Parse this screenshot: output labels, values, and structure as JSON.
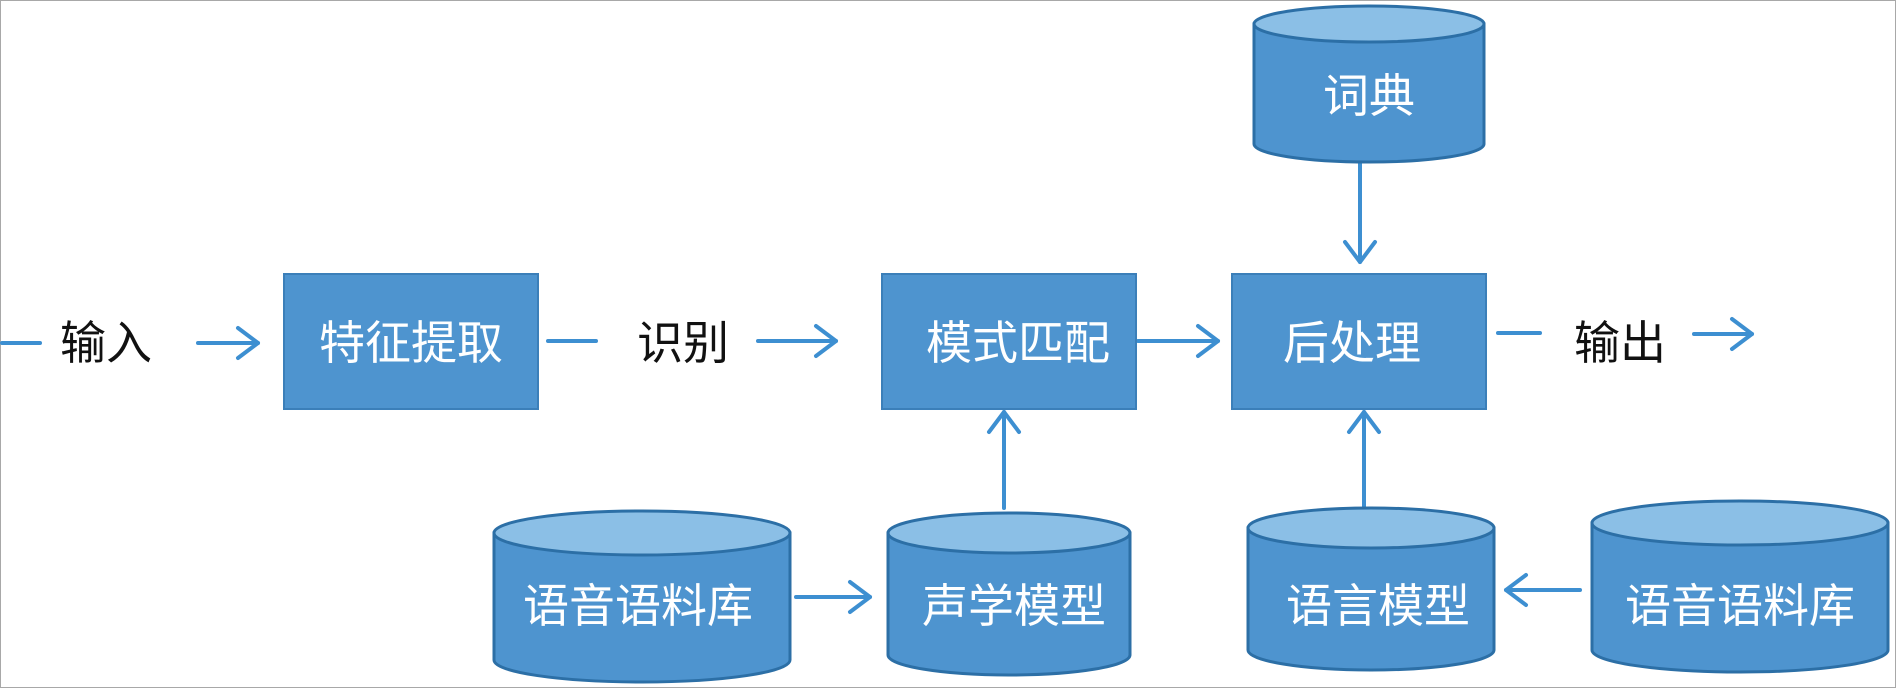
{
  "diagram": {
    "input_label": "输入",
    "output_label": "输出",
    "recognition_label": "识别",
    "boxes": {
      "feature_extraction": "特征提取",
      "pattern_matching": "模式匹配",
      "post_processing": "后处理"
    },
    "databases": {
      "dictionary": "词典",
      "speech_corpus_left": "语音语料库",
      "acoustic_model": "声学模型",
      "language_model": "语言模型",
      "speech_corpus_right": "语音语料库"
    },
    "colors": {
      "box_fill": "#4e94cf",
      "cylinder_top": "#8bbfe6",
      "arrow": "#3d8fd1"
    }
  }
}
